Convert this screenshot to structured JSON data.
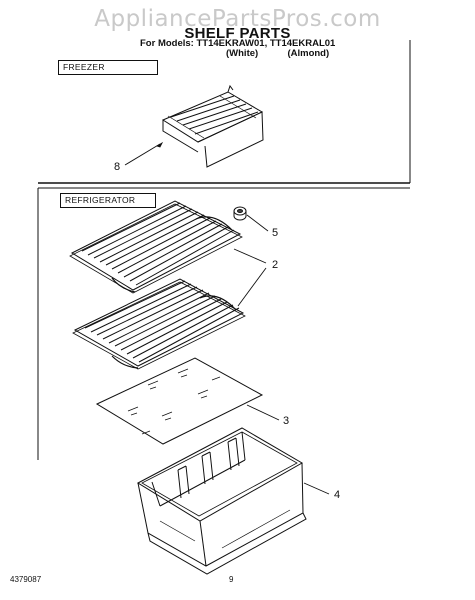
{
  "watermark": "AppliancePartsPros.com",
  "title": "SHELF PARTS",
  "models_line": "For Models: TT14EKRAW01, TT14EKRAL01",
  "variant_white": "(White)",
  "variant_almond": "(Almond)",
  "sections": {
    "freezer": "FREEZER",
    "refrigerator": "REFRIGERATOR"
  },
  "callouts": {
    "shelf_freezer": "8",
    "bumper": "5",
    "wire_shelf": "2",
    "glass_shelf": "3",
    "crisper_pan": "4"
  },
  "footer": {
    "doc_number": "4379087",
    "page_number": "9"
  },
  "colors": {
    "line": "#111111",
    "watermark": "#c9c9c9"
  }
}
